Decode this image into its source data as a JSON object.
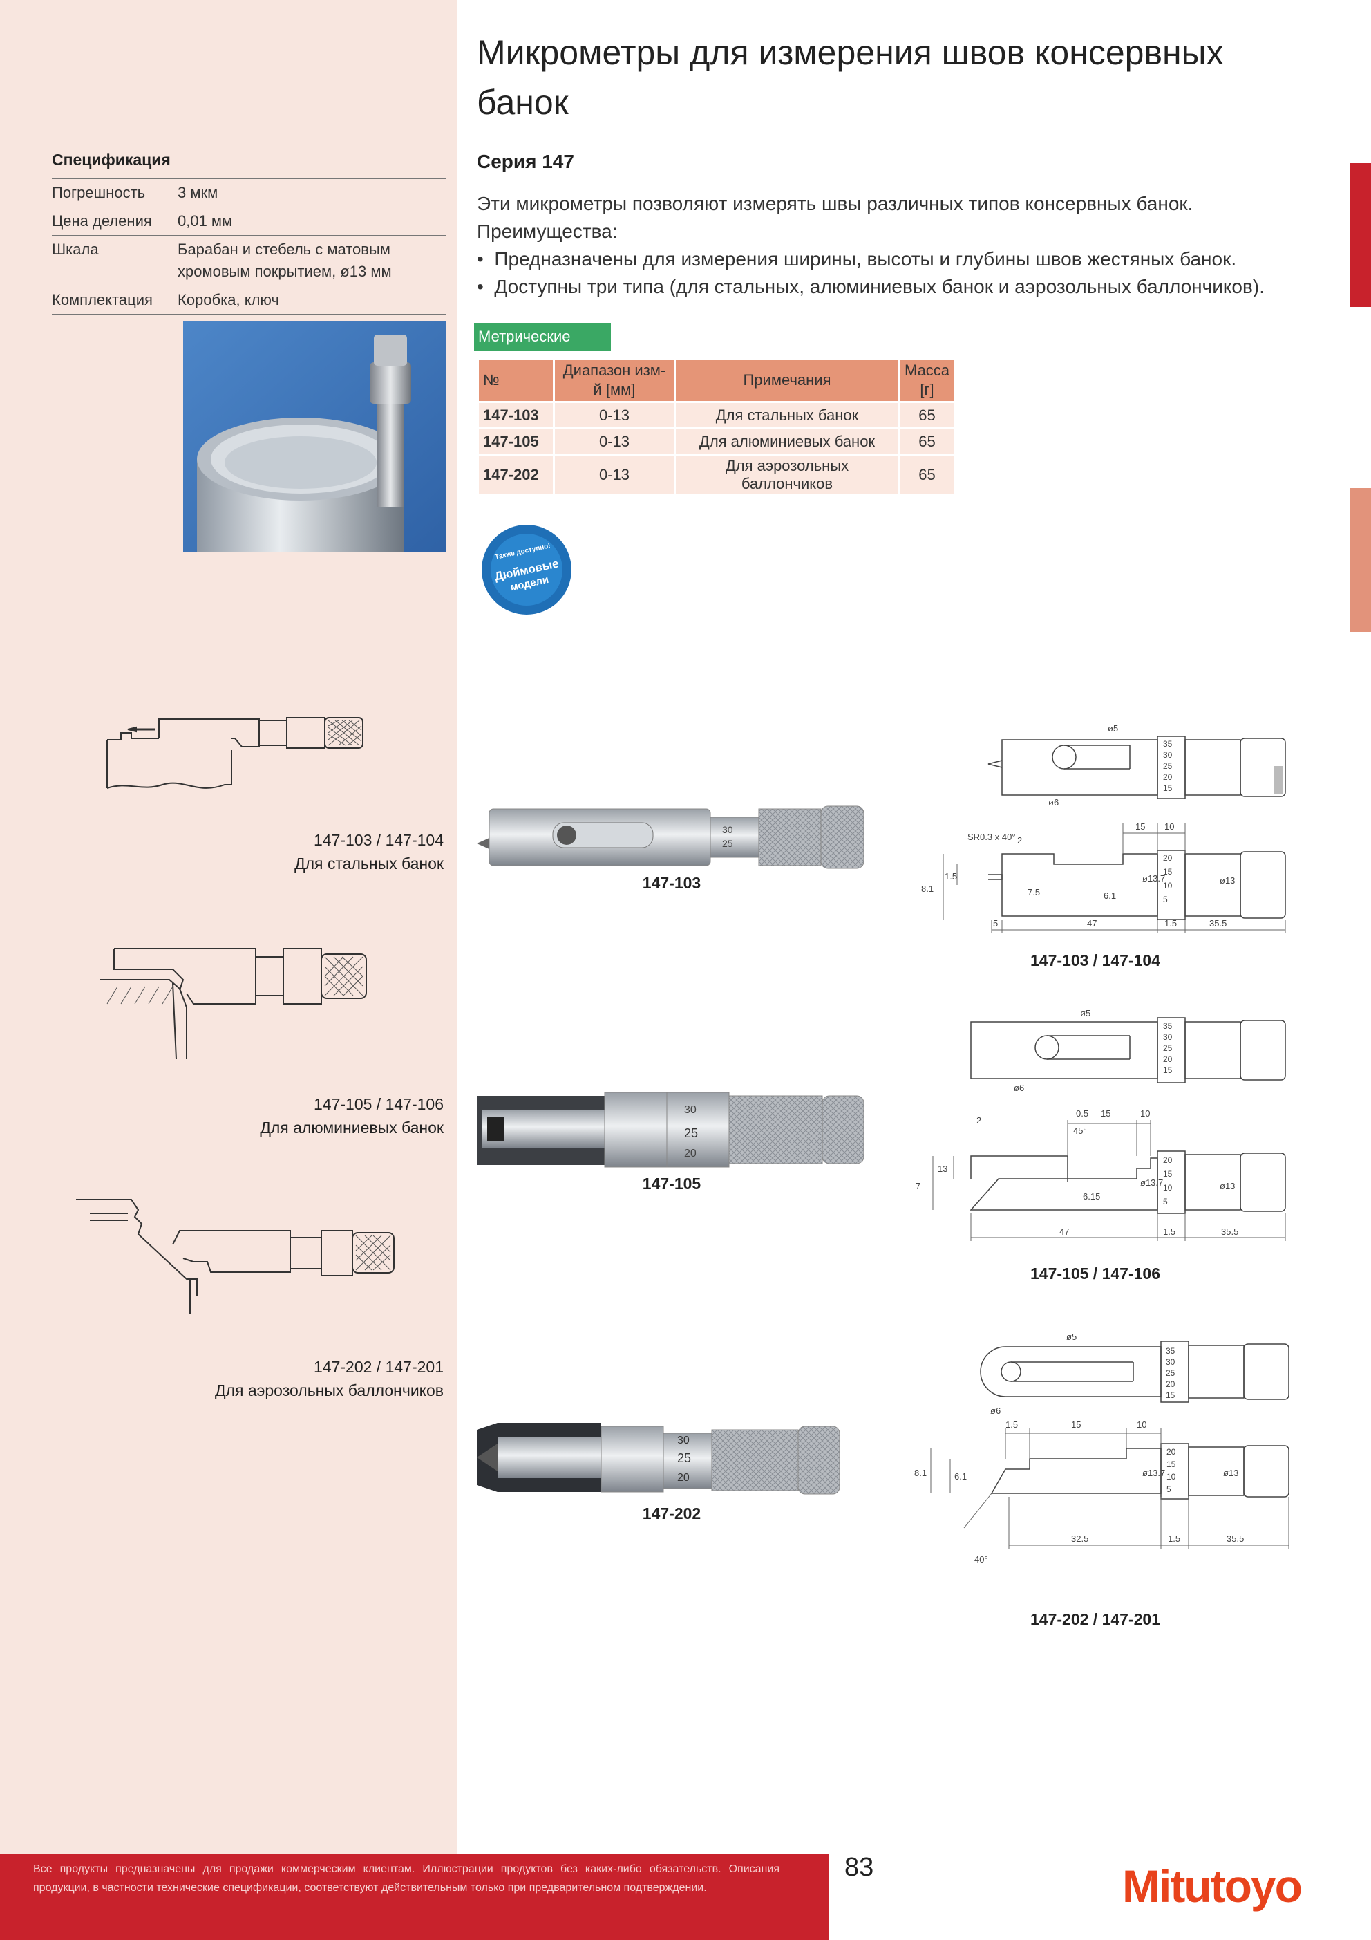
{
  "title_lines": [
    "Микрометры для измерения швов консервных",
    "банок"
  ],
  "series": "Серия 147",
  "intro": {
    "line1": "Эти микрометры позволяют измерять швы различных типов консервных банок.",
    "line2": "Преимущества:",
    "bullets": [
      "Предназначены для измерения ширины, высоты и глубины швов жестяных банок.",
      "Доступны три типа (для стальных, алюминиевых банок и аэрозольных баллончиков)."
    ]
  },
  "spec": {
    "title": "Спецификация",
    "rows": [
      {
        "key": "Погрешность",
        "value": "3 мкм"
      },
      {
        "key": "Цена деления",
        "value": "0,01 мм"
      },
      {
        "key": "Шкала",
        "value": "Барабан и стебель с матовым хромовым покрытием, ø13 мм"
      },
      {
        "key": "Комплектация",
        "value": "Коробка, ключ"
      }
    ]
  },
  "metric_tag": "Метрические",
  "product_table": {
    "headers": [
      "№",
      "Диапазон изм-й [мм]",
      "Примечания",
      "Масса [г]"
    ],
    "rows": [
      [
        "147-103",
        "0-13",
        "Для стальных банок",
        "65"
      ],
      [
        "147-105",
        "0-13",
        "Для алюминиевых банок",
        "65"
      ],
      [
        "147-202",
        "0-13",
        "Для аэрозольных баллончиков",
        "65"
      ]
    ]
  },
  "badge": {
    "line1": "Также доступно!",
    "line2": "Дюймовые",
    "line3": "модели"
  },
  "left_captions": [
    {
      "code": "147-103 / 147-104",
      "desc": "Для стальных банок"
    },
    {
      "code": "147-105 / 147-106",
      "desc": "Для алюминиевых банок"
    },
    {
      "code": "147-202 / 147-201",
      "desc": "Для аэрозольных баллончиков"
    }
  ],
  "photo_captions": [
    "147-103",
    "147-105",
    "147-202"
  ],
  "drawing_captions": [
    "147-103 / 147-104",
    "147-105 / 147-106",
    "147-202 / 147-201"
  ],
  "dims": {
    "d1": {
      "sr": "SR0.3 x 40°",
      "a": "ø5",
      "b": "ø6",
      "v1": "8.1",
      "v2": "1.5",
      "v3": "7.5",
      "v4": "6.1",
      "v5": "ø13.7",
      "v6": "ø13",
      "w1": "5",
      "w2": "47",
      "w3": "1.5",
      "w4": "35.5",
      "t1": "15",
      "t2": "10",
      "t3": "2"
    },
    "d2": {
      "a": "ø5",
      "b": "ø6",
      "t0": "0.5",
      "t1": "15",
      "t2": "10",
      "t3": "2",
      "ang": "45°",
      "v1": "7",
      "v2": "13",
      "v3": "6.15",
      "v5": "ø13.7",
      "v6": "ø13",
      "w2": "47",
      "w3": "1.5",
      "w4": "35.5"
    },
    "d3": {
      "a": "ø5",
      "b": "ø6",
      "t0": "1.5",
      "t1": "15",
      "t2": "10",
      "v1": "8.1",
      "v2": "6.1",
      "v5": "ø13.7",
      "v6": "ø13",
      "w2": "32.5",
      "w3": "1.5",
      "w4": "35.5",
      "ang": "40°"
    },
    "scale_top": [
      "35",
      "30",
      "25",
      "20",
      "15"
    ],
    "scale_bot": [
      "20",
      "15",
      "10",
      "5"
    ]
  },
  "footer": {
    "text": "Все продукты предназначены для продажи коммерческим клиентам. Иллюстрации продуктов без каких-либо обязательств. Описания продукции, в частности технические спецификации, соответствуют действительным только при предварительном подтверждении.",
    "page_number": "83",
    "logo": "Mitutoyo"
  },
  "colors": {
    "accent_red": "#c8222c",
    "salmon": "#e59577",
    "green": "#3aa864",
    "left_bg": "#f8e6df"
  }
}
